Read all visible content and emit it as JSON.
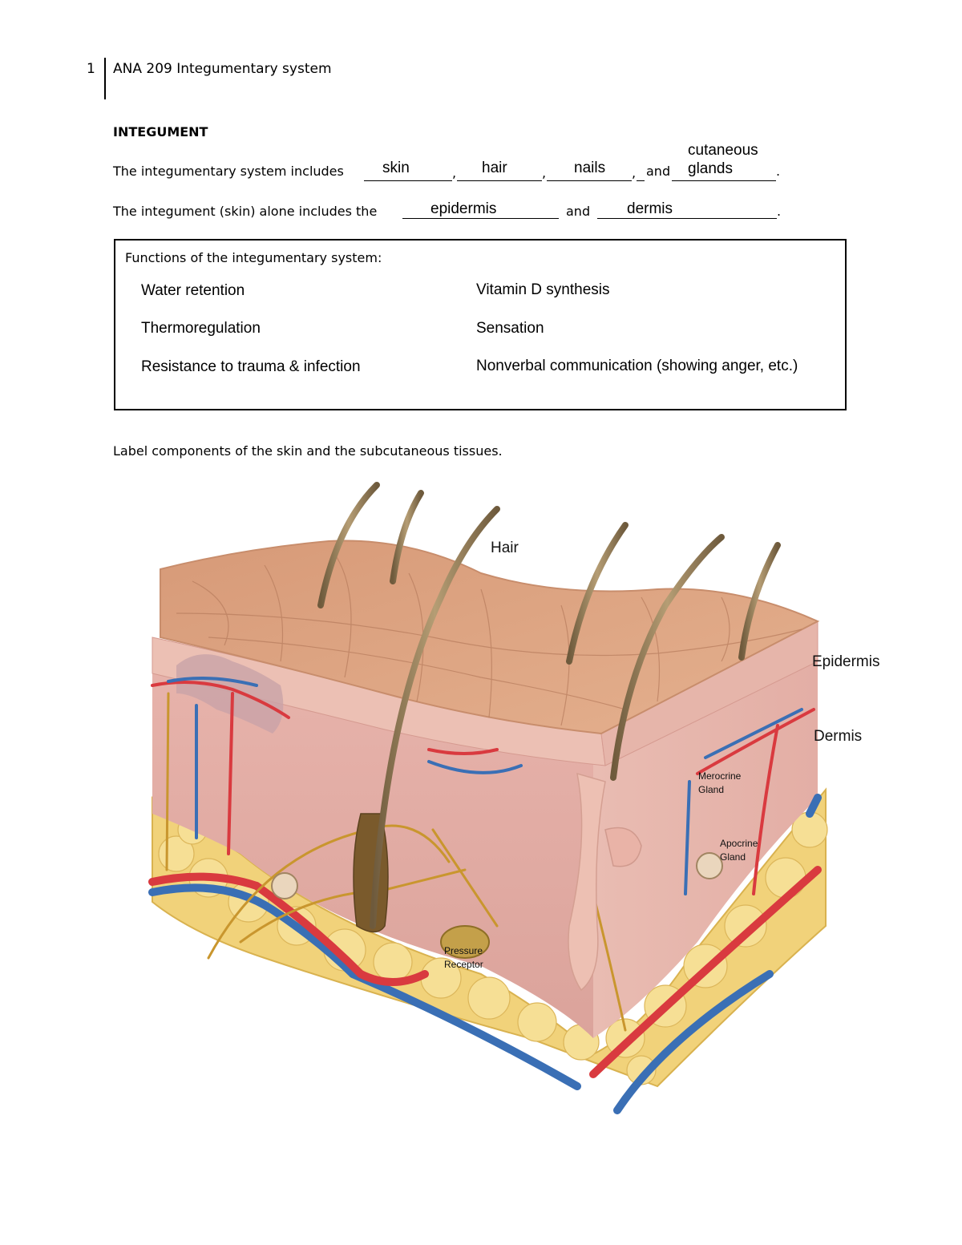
{
  "header": {
    "page_number": "1",
    "title": "ANA 209 Integumentary system"
  },
  "section": {
    "title": "INTEGUMENT"
  },
  "sentence1": {
    "prefix": "The integumentary system includes",
    "comma": ",",
    "and": "and",
    "period": ".",
    "answers": [
      "skin",
      "hair",
      "nails",
      "cutaneous glands"
    ],
    "answer4_line1": "cutaneous",
    "answer4_line2": "glands"
  },
  "sentence2": {
    "prefix": "The integument (skin) alone includes the",
    "and": "and",
    "period": ".",
    "answers": [
      "epidermis",
      "dermis"
    ]
  },
  "functions_box": {
    "title": "Functions of the integumentary system:",
    "left_column": [
      "Water retention",
      "Thermoregulation",
      "Resistance to trauma & infection"
    ],
    "right_column": [
      "Vitamin D synthesis",
      "Sensation",
      "Nonverbal communication (showing anger, etc.)"
    ]
  },
  "instruction": "Label components of the skin and the subcutaneous tissues.",
  "figure": {
    "labels": {
      "hair": "Hair",
      "epidermis": "Epidermis",
      "dermis": "Dermis",
      "merocrine_line1": "Merocrine",
      "merocrine_line2": "Gland",
      "apocrine_line1": "Apocrine",
      "apocrine_line2": "Gland",
      "pressure_line1": "Pressure",
      "pressure_line2": "Receptor"
    },
    "colors": {
      "skin_surface": "#d9a07e",
      "dermis": "#e8b4ac",
      "fat": "#f3d77a",
      "artery": "#d93a3f",
      "vein": "#3a6fb5",
      "nerve": "#c9962e",
      "hair": "#8a7552"
    }
  }
}
